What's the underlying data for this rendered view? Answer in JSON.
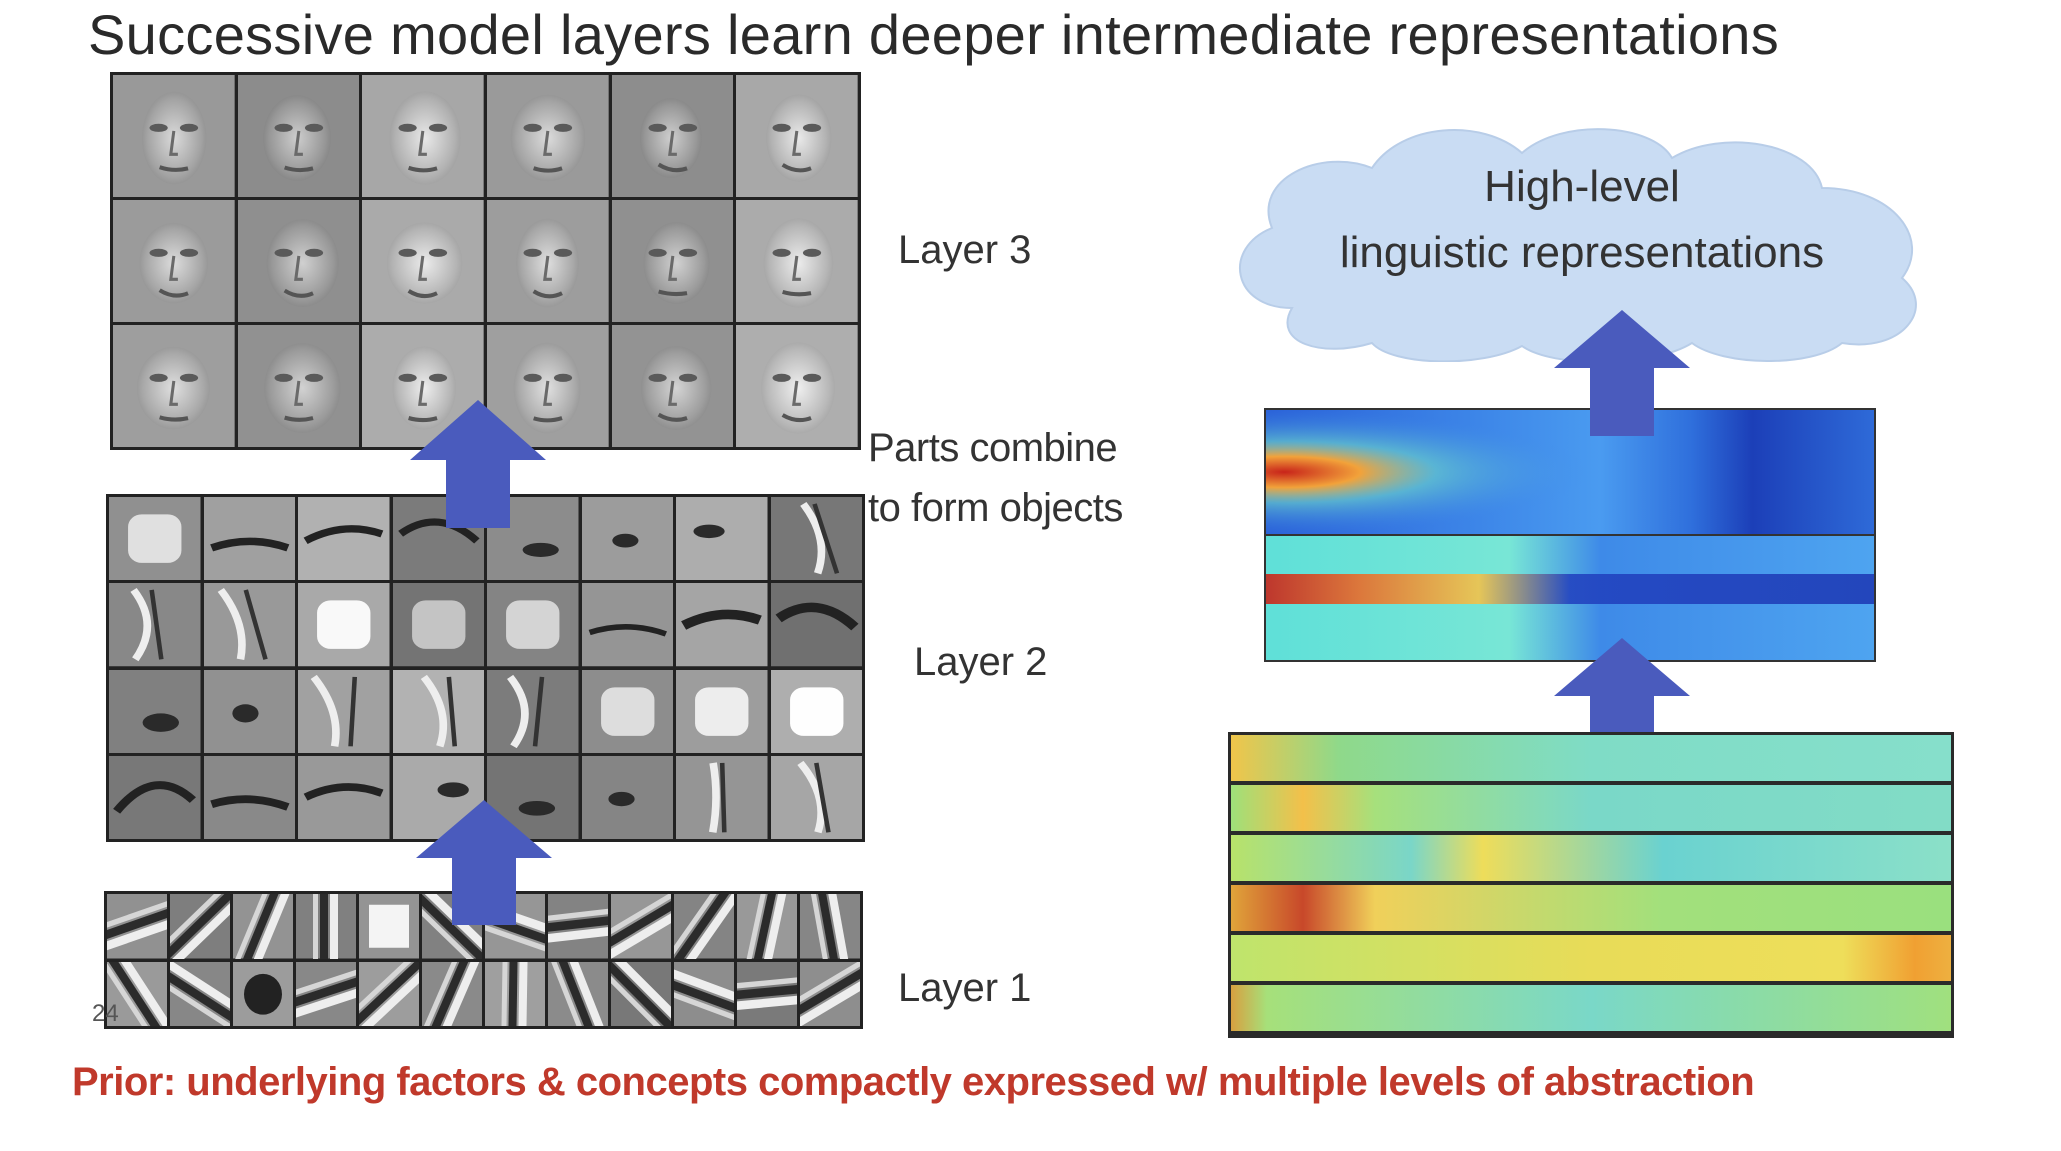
{
  "title": "Successive model layers learn deeper intermediate representations",
  "labels": {
    "layer3": "Layer 3",
    "layer2": "Layer 2",
    "layer1": "Layer 1",
    "parts_line1": "Parts combine",
    "parts_line2": "to form objects",
    "cloud_line1": "High-level",
    "cloud_line2": "linguistic representations"
  },
  "caption": "Prior: underlying factors & concepts compactly expressed w/ multiple levels of abstraction",
  "page_number": "24",
  "colors": {
    "arrow": "#4a5bbd",
    "caption": "#c0392b",
    "cloud": "#c9dcf3"
  },
  "icons": [
    "up-arrow-icon",
    "cloud-shape"
  ]
}
